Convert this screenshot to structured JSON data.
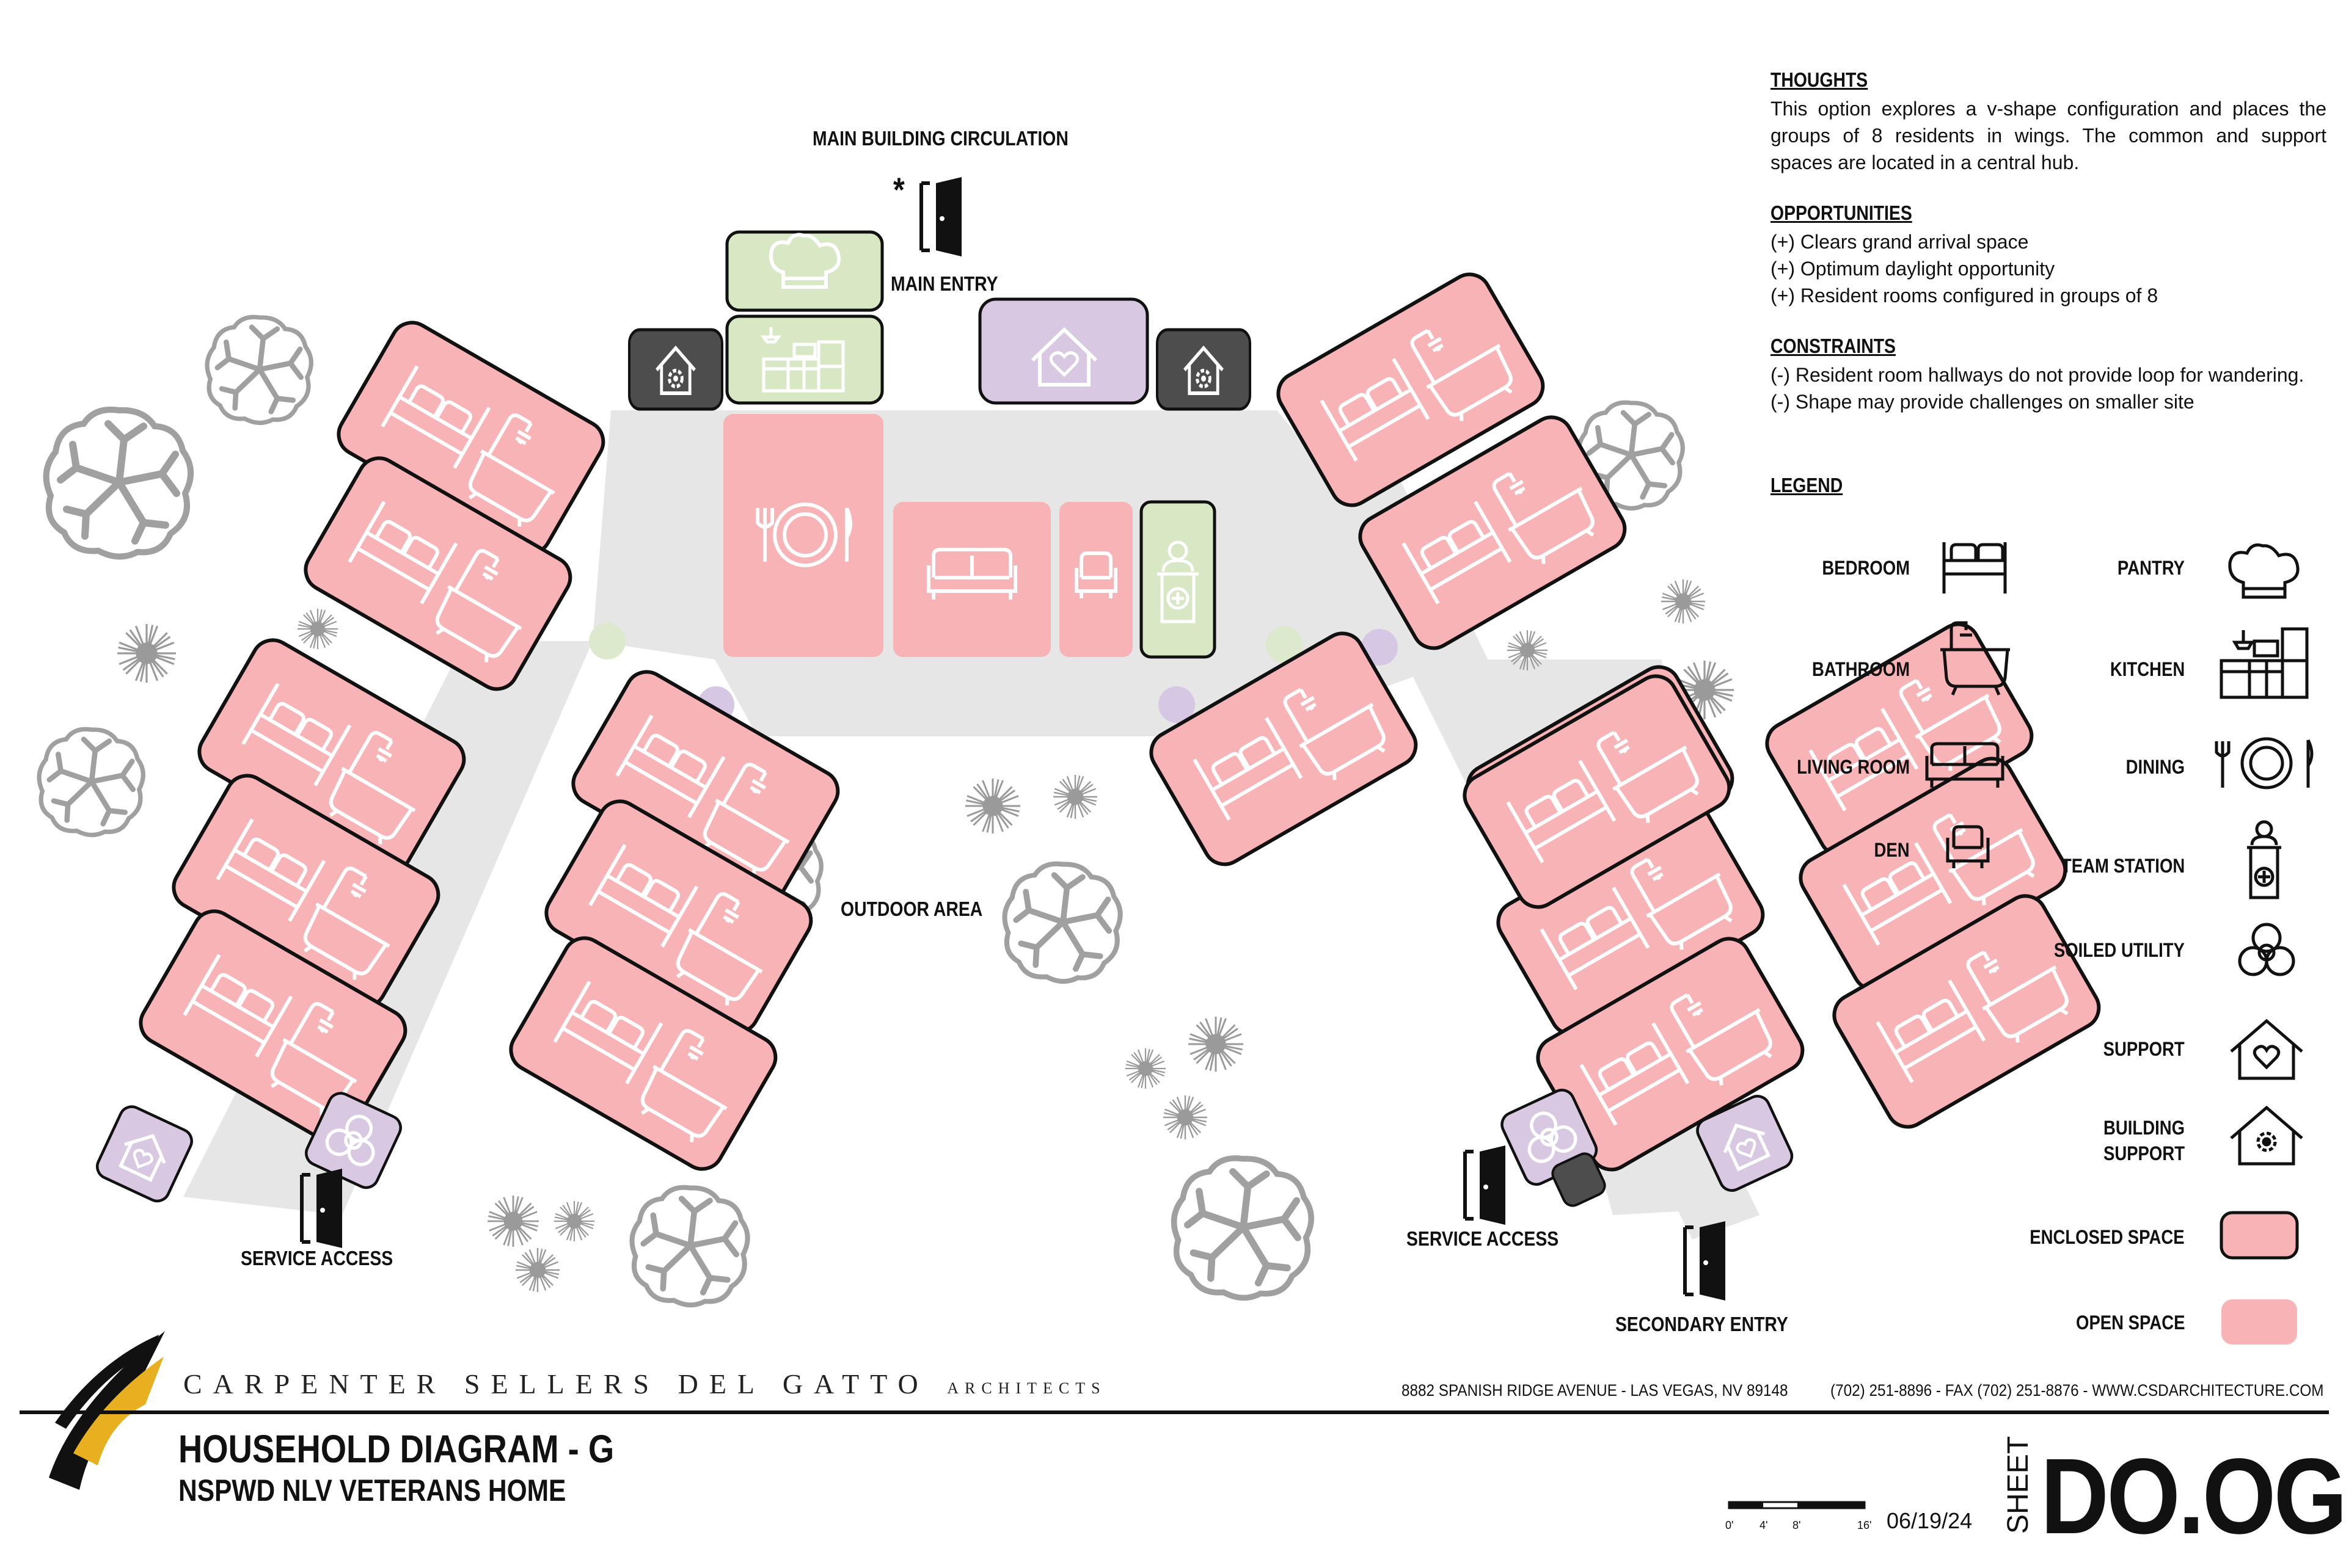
{
  "labels": {
    "main_circulation": "MAIN BUILDING CIRCULATION",
    "main_entry": "MAIN ENTRY",
    "outdoor_area": "OUTDOOR AREA",
    "service_access_left": "SERVICE ACCESS",
    "service_access_right": "SERVICE ACCESS",
    "secondary_entry": "SECONDARY ENTRY",
    "asterisk": "*"
  },
  "notes": {
    "thoughts_heading": "THOUGHTS",
    "thoughts_text": "This option explores a v-shape configuration and places the groups of 8 residents in wings.  The common and support spaces are located in a central hub.",
    "opportunities_heading": "OPPORTUNITIES",
    "opportunities": [
      "(+) Clears grand arrival space",
      "(+) Optimum daylight opportunity",
      "(+) Resident rooms configured in groups of 8"
    ],
    "constraints_heading": "CONSTRAINTS",
    "constraints": [
      "(-) Resident room hallways do not provide loop for wandering.",
      "(-) Shape may provide challenges on smaller site"
    ]
  },
  "legend": {
    "heading": "LEGEND",
    "bedroom": "BEDROOM",
    "bathroom": "BATHROOM",
    "living_room": "LIVING ROOM",
    "den": "DEN",
    "pantry": "PANTRY",
    "kitchen": "KITCHEN",
    "dining": "DINING",
    "team_station": "TEAM STATION",
    "soiled_utility": "SOILED UTILITY",
    "support": "SUPPORT",
    "building_support": "BUILDING SUPPORT",
    "enclosed_space": "ENCLOSED SPACE",
    "open_space": "OPEN SPACE"
  },
  "footer": {
    "firm_name": "CARPENTER SELLERS DEL GATTO",
    "firm_suffix": "ARCHITECTS",
    "address": "8882 SPANISH RIDGE AVENUE - LAS VEGAS, NV 89148",
    "contact": "(702) 251-8896 - FAX (702) 251-8876 - WWW.CSDARCHITECTURE.COM",
    "title": "HOUSEHOLD DIAGRAM - G",
    "subtitle": "NSPWD NLV VETERANS HOME",
    "date": "06/19/24",
    "sheet_word": "SHEET",
    "sheet_number": "DO.OG",
    "scale_labels": [
      "0'",
      "4'",
      "8'",
      "16'"
    ]
  },
  "colors": {
    "bedroom_fill": "#f8b3b6",
    "support_fill": "#d8c8e2",
    "building_support_fill": "#4d4d4d",
    "pantry_fill": "#d9e8c4",
    "circulation_fill": "#e6e6e6",
    "tree": "#a0a0a0",
    "node_purple": "#d6c8e4",
    "node_green": "#dde9cc",
    "logo_gold": "#e8b020"
  }
}
